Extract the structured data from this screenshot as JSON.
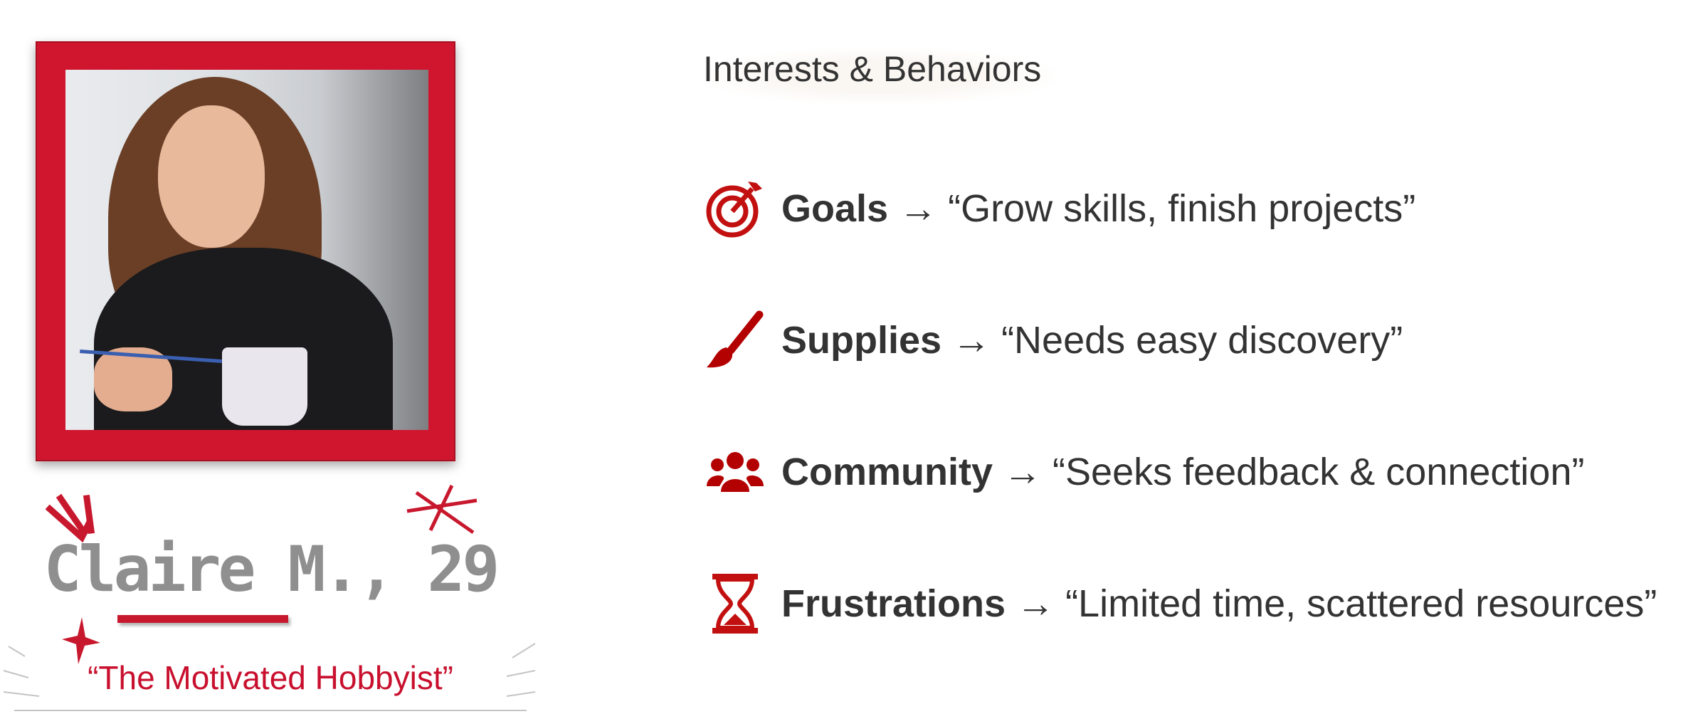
{
  "persona": {
    "name": "Claire M., 29",
    "tagline": "“The Motivated Hobbyist”"
  },
  "section": {
    "heading": "Interests & Behaviors",
    "arrow": "→",
    "items": [
      {
        "icon": "target-icon",
        "label": "Goals",
        "quote": "“Grow skills, finish projects”"
      },
      {
        "icon": "paintbrush-icon",
        "label": "Supplies",
        "quote": "“Needs easy discovery”"
      },
      {
        "icon": "people-icon",
        "label": "Community",
        "quote": "“Seeks feedback & connection”"
      },
      {
        "icon": "hourglass-icon",
        "label": "Frustrations",
        "quote": "“Limited time, scattered resources”"
      }
    ]
  },
  "colors": {
    "accent": "#c8102e",
    "icon": "#b30000",
    "text": "#333333",
    "name": "#8f8f8f"
  }
}
